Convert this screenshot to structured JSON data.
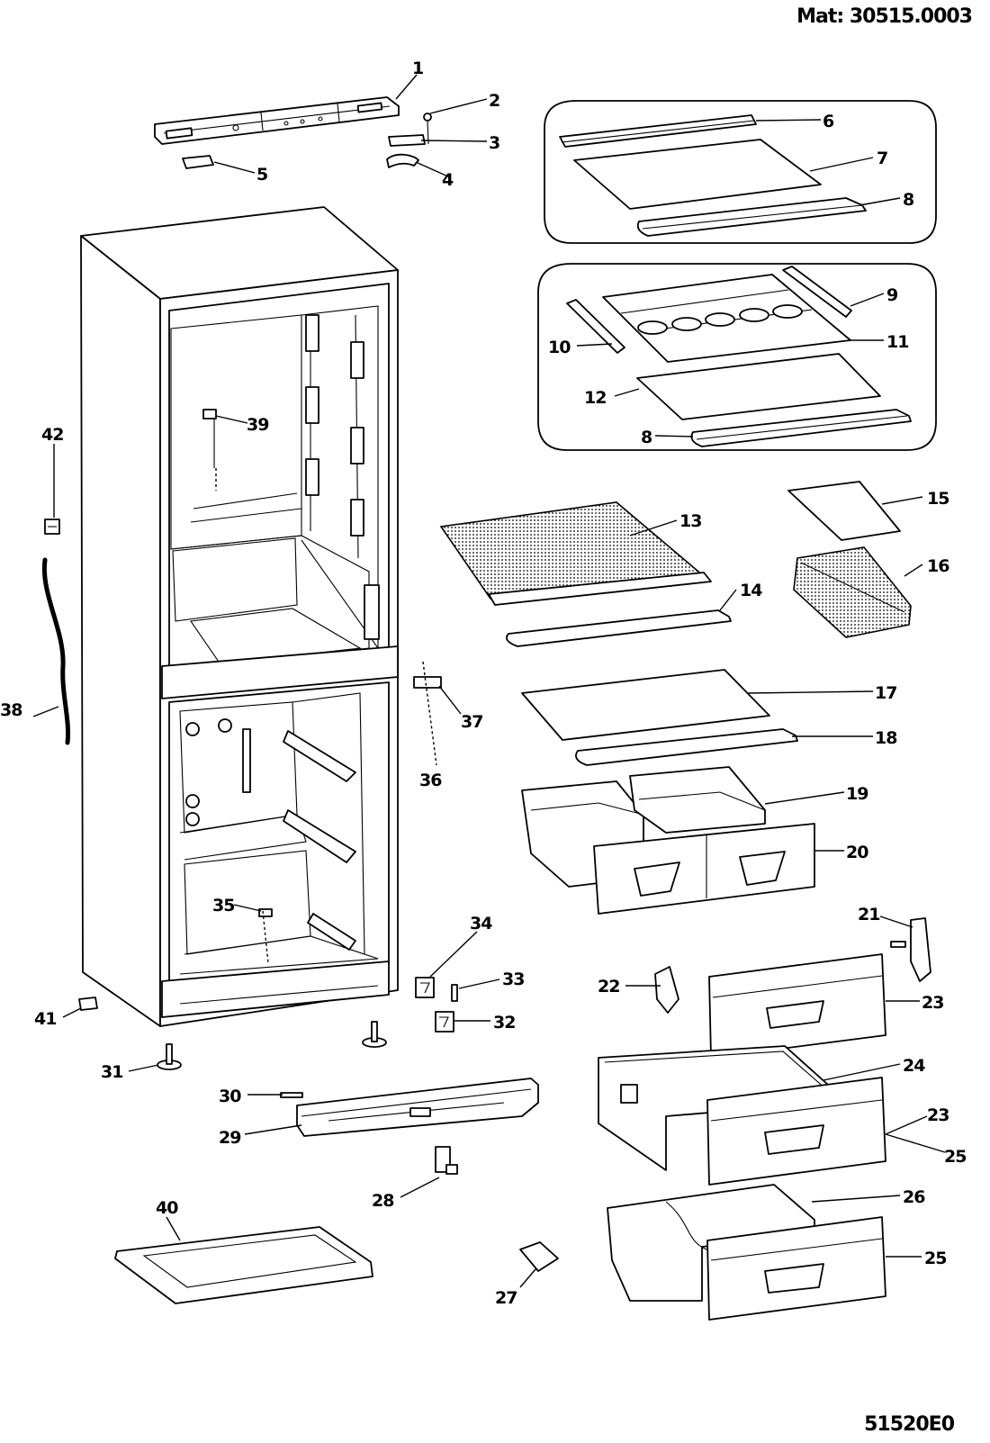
{
  "header": {
    "mat_ref": "Mat: 30515.0003"
  },
  "footer": {
    "drawing_code": "51520E0"
  },
  "callouts": [
    {
      "id": "c1",
      "num": "1"
    },
    {
      "id": "c2",
      "num": "2"
    },
    {
      "id": "c3",
      "num": "3"
    },
    {
      "id": "c4",
      "num": "4"
    },
    {
      "id": "c5",
      "num": "5"
    },
    {
      "id": "c6",
      "num": "6"
    },
    {
      "id": "c7",
      "num": "7"
    },
    {
      "id": "c8a",
      "num": "8"
    },
    {
      "id": "c8b",
      "num": "8"
    },
    {
      "id": "c9",
      "num": "9"
    },
    {
      "id": "c10",
      "num": "10"
    },
    {
      "id": "c11",
      "num": "11"
    },
    {
      "id": "c12",
      "num": "12"
    },
    {
      "id": "c13",
      "num": "13"
    },
    {
      "id": "c14",
      "num": "14"
    },
    {
      "id": "c15",
      "num": "15"
    },
    {
      "id": "c16",
      "num": "16"
    },
    {
      "id": "c17",
      "num": "17"
    },
    {
      "id": "c18",
      "num": "18"
    },
    {
      "id": "c19",
      "num": "19"
    },
    {
      "id": "c20",
      "num": "20"
    },
    {
      "id": "c21",
      "num": "21"
    },
    {
      "id": "c22",
      "num": "22"
    },
    {
      "id": "c23a",
      "num": "23"
    },
    {
      "id": "c23b",
      "num": "23"
    },
    {
      "id": "c24",
      "num": "24"
    },
    {
      "id": "c25a",
      "num": "25"
    },
    {
      "id": "c25b",
      "num": "25"
    },
    {
      "id": "c26",
      "num": "26"
    },
    {
      "id": "c27",
      "num": "27"
    },
    {
      "id": "c28",
      "num": "28"
    },
    {
      "id": "c29",
      "num": "29"
    },
    {
      "id": "c30",
      "num": "30"
    },
    {
      "id": "c31",
      "num": "31"
    },
    {
      "id": "c32",
      "num": "32"
    },
    {
      "id": "c33",
      "num": "33"
    },
    {
      "id": "c34",
      "num": "34"
    },
    {
      "id": "c35",
      "num": "35"
    },
    {
      "id": "c36",
      "num": "36"
    },
    {
      "id": "c37",
      "num": "37"
    },
    {
      "id": "c38",
      "num": "38"
    },
    {
      "id": "c39",
      "num": "39"
    },
    {
      "id": "c40",
      "num": "40"
    },
    {
      "id": "c41",
      "num": "41"
    },
    {
      "id": "c42",
      "num": "42"
    }
  ]
}
